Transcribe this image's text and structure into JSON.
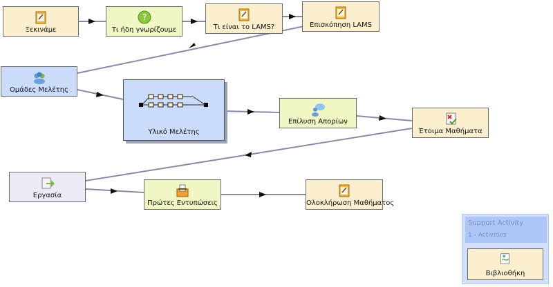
{
  "nodes": {
    "xekiname": "Ξεκινάμε",
    "ti_idi": "Τι ήδη γνωρίζουμε",
    "ti_einai_lams": "Τι είναι το LAMS?",
    "episkopisi": "Επισκόπηση LAMS",
    "omades": "Ομάδες Μελέτης",
    "yliko": "Υλικό Μελέτης",
    "epilysi": "Επίλυση Απορίων",
    "etoima": "Έτοιμα Μαθήματα",
    "ergasia": "Εργασία",
    "protes": "Πρώτες Εντυπώσεις",
    "oloklirosi": "Ολοκλήρωση Μαθήματος"
  },
  "support": {
    "title": "Support Activity",
    "subtitle": "1 - Activities",
    "child": "Βιβλιοθήκη"
  },
  "colors": {
    "yellow": "#fbefcf",
    "green": "#f0f6c4",
    "blue": "#cbdcfb",
    "grey": "#ebebf6",
    "edge": "#8a8aa6"
  },
  "icons": {
    "notebook": "notebook-icon",
    "question": "question-icon",
    "group": "group-icon",
    "chat": "chat-icon",
    "cross-document": "document-cross-icon",
    "arrow-document": "document-arrow-icon",
    "vote": "vote-icon",
    "library": "library-icon"
  }
}
